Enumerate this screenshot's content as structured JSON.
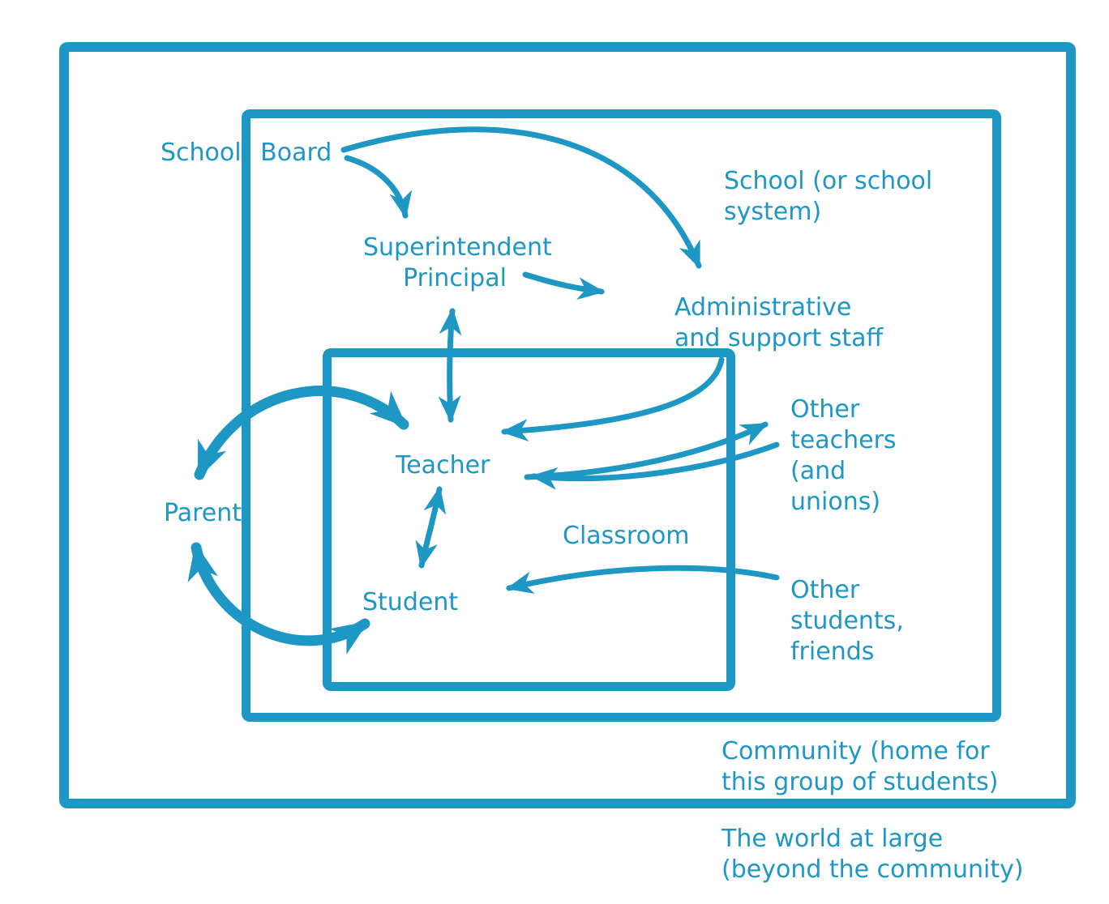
{
  "diagram": {
    "title_implicit": "Nested environments of the student",
    "accent_color": "#1e97c5",
    "background_color": "#ffffff",
    "regions": {
      "classroom": {
        "label": "Classroom"
      },
      "school": {
        "lines": [
          "School (or school",
          "system)"
        ]
      },
      "community": {
        "lines": [
          "Community (home for",
          "this group of students)"
        ]
      },
      "world": {
        "lines": [
          "The world at large",
          "(beyond the community)"
        ]
      }
    },
    "nodes": {
      "school_board": {
        "label": "School Board"
      },
      "superintendent": {
        "lines": [
          "Superintendent",
          "Principal"
        ]
      },
      "admin_staff": {
        "lines": [
          "Administrative",
          "and support staff"
        ]
      },
      "teacher": {
        "label": "Teacher"
      },
      "student": {
        "label": "Student"
      },
      "parent": {
        "label": "Parent"
      },
      "other_teachers": {
        "lines": [
          "Other",
          "teachers",
          "(and",
          "unions)"
        ]
      },
      "other_students": {
        "lines": [
          "Other",
          "students,",
          "friends"
        ]
      }
    },
    "connections": [
      {
        "from": "School Board",
        "to": "Superintendent Principal",
        "type": "one-way"
      },
      {
        "from": "School Board",
        "to": "Administrative and support staff",
        "type": "one-way"
      },
      {
        "from": "Superintendent Principal",
        "to": "Administrative and support staff",
        "type": "one-way"
      },
      {
        "from": "Superintendent Principal",
        "to": "Teacher",
        "type": "two-way"
      },
      {
        "from": "Administrative and support staff",
        "to": "Teacher",
        "type": "one-way"
      },
      {
        "from": "Teacher",
        "to": "Other teachers (and unions)",
        "type": "one-way"
      },
      {
        "from": "Other teachers (and unions)",
        "to": "Teacher",
        "type": "one-way"
      },
      {
        "from": "Teacher",
        "to": "Student",
        "type": "two-way"
      },
      {
        "from": "Parent",
        "to": "Teacher",
        "type": "two-way"
      },
      {
        "from": "Parent",
        "to": "Student",
        "type": "two-way"
      },
      {
        "from": "Other students, friends",
        "to": "Student",
        "type": "one-way"
      }
    ]
  }
}
